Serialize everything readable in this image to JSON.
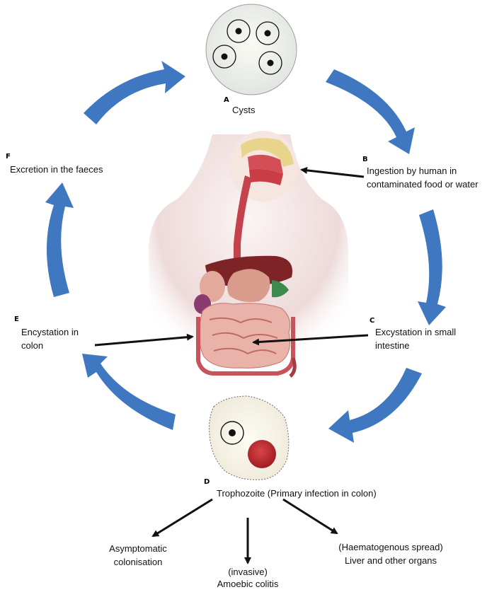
{
  "stages": {
    "a": {
      "letter": "A",
      "label": "Cysts"
    },
    "b": {
      "letter": "B",
      "line1": "Ingestion by human in",
      "line2": "contaminated food or water"
    },
    "c": {
      "letter": "C",
      "line1": "Excystation in small",
      "line2": "intestine"
    },
    "d": {
      "letter": "D",
      "label": "Trophozoite (Primary  infection in colon)"
    },
    "e": {
      "letter": "E",
      "line1": "Encystation in",
      "line2": "colon"
    },
    "f": {
      "letter": "F",
      "label": "Excretion in the faeces"
    }
  },
  "outcomes": {
    "left": {
      "line1": "Asymptomatic",
      "line2": "colonisation"
    },
    "middle": {
      "line1": "(invasive)",
      "line2": "Amoebic colitis"
    },
    "right": {
      "line1": "(Haematogenous spread)",
      "line2": "Liver and other organs"
    }
  },
  "colors": {
    "cycle_arrow": "#3f78c0",
    "pointer_arrow": "#111111",
    "red_body": "#c0282b"
  }
}
